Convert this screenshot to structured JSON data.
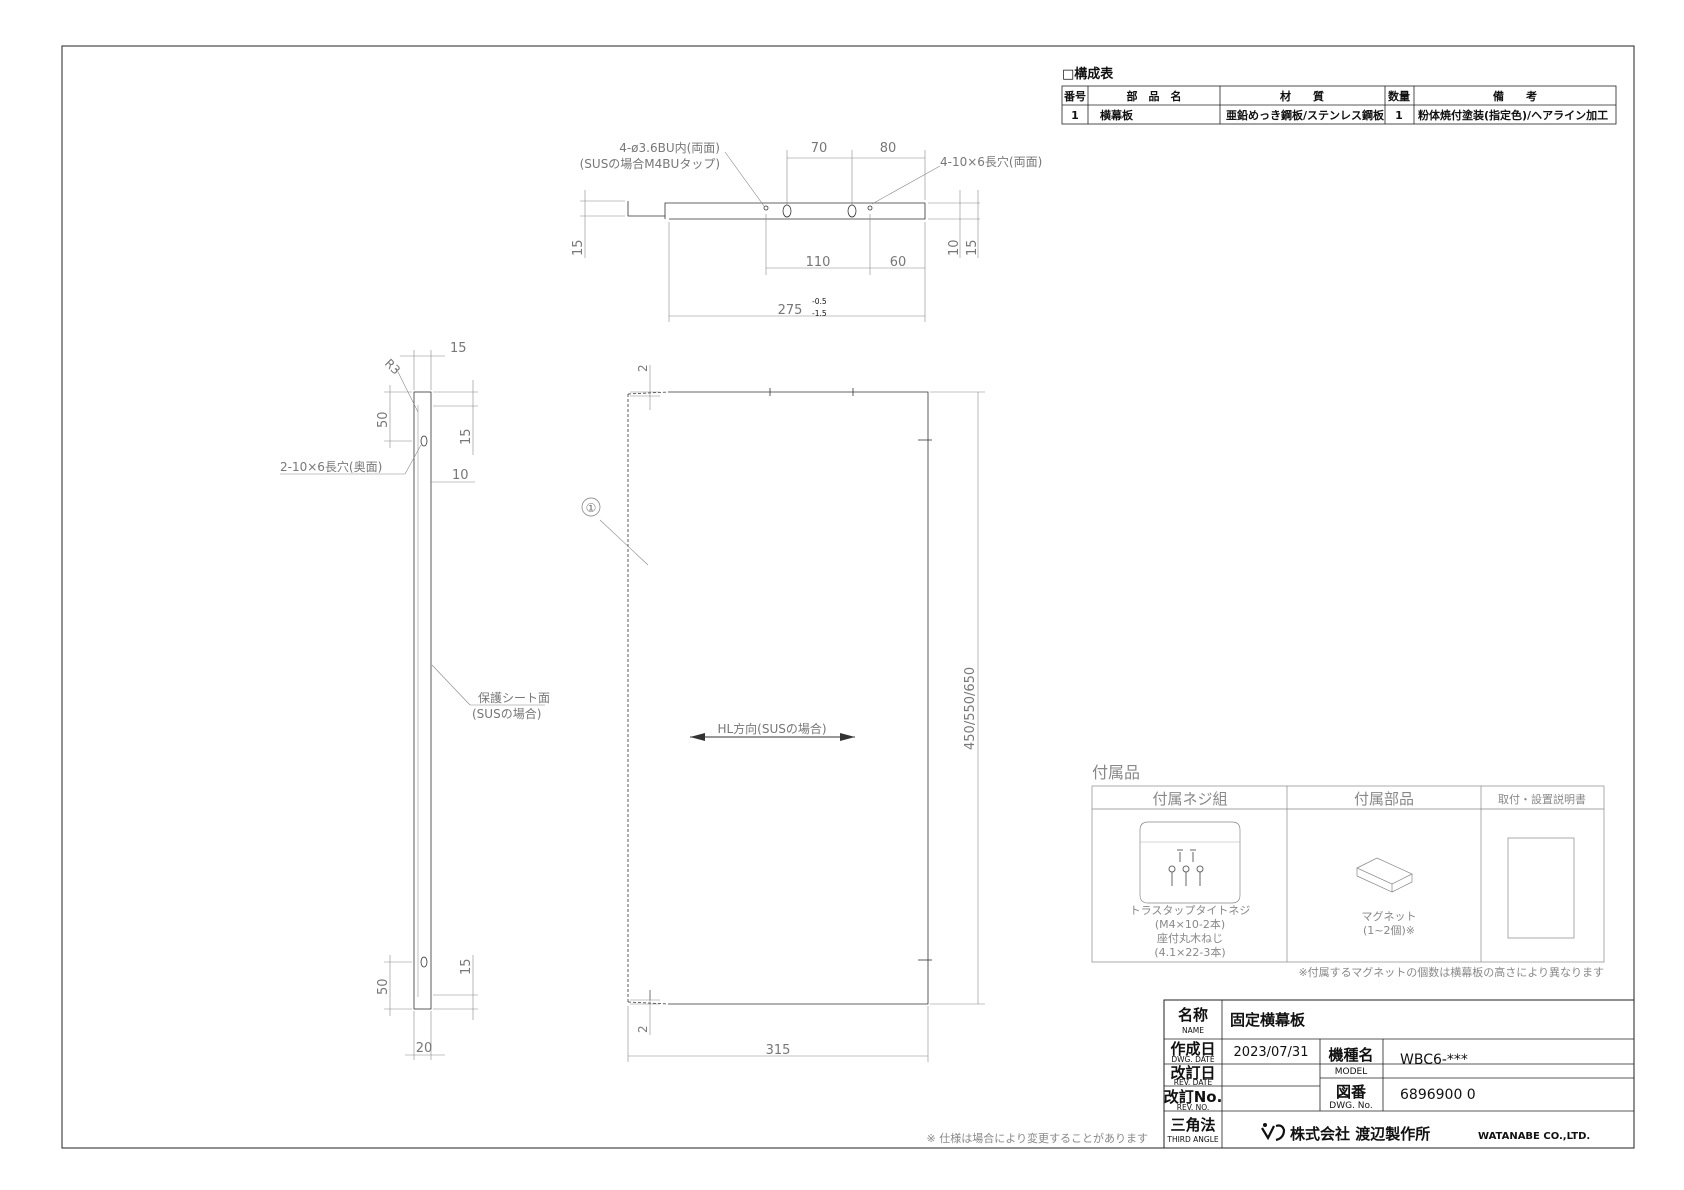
{
  "parts_table": {
    "title": "□構成表",
    "headers": [
      "番号",
      "部　品　名",
      "材　　質",
      "数量",
      "備　　考"
    ],
    "rows": [
      {
        "no": "1",
        "name": "横幕板",
        "material": "亜鉛めっき鋼板/ステンレス鋼板",
        "qty": "1",
        "remarks": "粉体焼付塗装(指定色)/ヘアライン加工"
      }
    ]
  },
  "top_view": {
    "hole_note": "4-ø3.6BU内(両面)",
    "hole_note_sus": "(SUSの場合M4BUタップ)",
    "slot_note": "4-10×6長穴(両面)",
    "dims": {
      "d70": "70",
      "d80": "80",
      "d110": "110",
      "d60": "60",
      "d15_left": "15",
      "d10": "10",
      "d15_right": "15",
      "total": "275",
      "tol_upper": "-0.5",
      "tol_lower": "-1.5"
    }
  },
  "side_view": {
    "dims": {
      "d15_top": "15",
      "r3": "R3",
      "d50_top": "50",
      "d15_a": "15",
      "d10": "10",
      "d15_b": "15",
      "d50_bot": "50",
      "d20": "20"
    },
    "slot_note": "2-10×6長穴(奥面)",
    "sheet_note": "保護シート面",
    "sheet_note_sus": "(SUSの場合)"
  },
  "front_view": {
    "balloon": "①",
    "hl_label": "HL方向(SUSの場合)",
    "height": "450/550/650",
    "width": "315",
    "d2_top": "2",
    "d2_bot": "2"
  },
  "accessories": {
    "title": "付属品",
    "headers": [
      "付属ネジ組",
      "付属部品",
      "取付・設置説明書"
    ],
    "screw_lines": [
      "トラスタップタイトネジ",
      "(M4×10-2本)",
      "座付丸木ねじ",
      "(4.1×22-3本)"
    ],
    "magnet_lines": [
      "マグネット",
      "(1~2個)※"
    ],
    "footnote": "※付属するマグネットの個数は横幕板の高さにより異なります"
  },
  "spec_note": "※ 仕様は場合により変更することがあります",
  "title_block": {
    "name_label": "名称",
    "name_sub": "NAME",
    "name_value": "固定横幕板",
    "date_label": "作成日",
    "date_sub": "DWG. DATE",
    "date_value": "2023/07/31",
    "rev_date_label": "改訂日",
    "rev_date_sub": "REV. DATE",
    "rev_no_label": "改訂No.",
    "rev_no_sub": "REV. NO.",
    "angle_label": "三角法",
    "angle_sub": "THIRD ANGLE",
    "model_label": "機種名",
    "model_sub": "MODEL",
    "model_value": "WBC6-***",
    "dwg_label": "図番",
    "dwg_sub": "DWG. No.",
    "dwg_value": "6896900 0",
    "company_jp": "株式会社 渡辺製作所",
    "company_en": "WATANABE CO.,LTD."
  }
}
